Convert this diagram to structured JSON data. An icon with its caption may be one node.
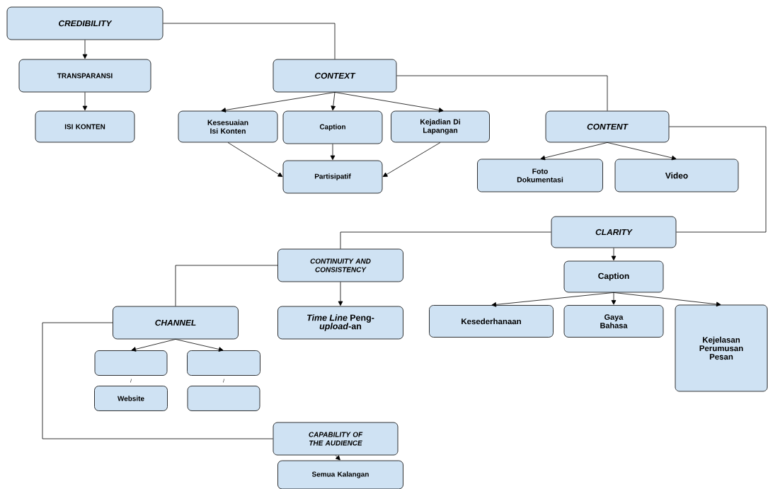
{
  "diagram": {
    "nodes": [
      {
        "text": [
          "CREDIBILITY"
        ]
      },
      {
        "text": [
          "TRANSPARANSI"
        ]
      },
      {
        "text": [
          "ISI KONTEN"
        ]
      },
      {
        "text": [
          "CONTEXT"
        ]
      },
      {
        "text": [
          "Kesesuaian Isi Konten"
        ]
      },
      {
        "text": [
          "Caption"
        ]
      },
      {
        "text": [
          "Kejadian Di Lapangan"
        ]
      },
      {
        "text": [
          "Partisipatif"
        ]
      },
      {
        "text": [
          "CONTENT"
        ]
      },
      {
        "text": [
          "Foto Dokumentasi"
        ]
      },
      {
        "text": [
          "Video"
        ]
      },
      {
        "text": [
          "CLARITY"
        ]
      },
      {
        "text": [
          "CONTINUITY AND CONSISTENCY"
        ]
      },
      {
        "text": [
          "Caption"
        ]
      },
      {
        "text": [
          "CHANNEL"
        ]
      },
      {
        "text": [
          "*Time Line* Peng-*upload*-an"
        ]
      },
      {
        "text": [
          "Kesederhanaan"
        ]
      },
      {
        "text": [
          "Gaya Bahasa"
        ]
      },
      {
        "text": [
          "Kejelasan Perumusan Pesan"
        ]
      },
      {
        "text": [],
        "shape": "box"
      },
      {
        "text": [],
        "shape": "box"
      },
      {
        "text": [
          "Website"
        ]
      },
      {
        "text": [],
        "shape": "box"
      },
      {
        "text": [
          "CAPABILITY OF THE AUDIENCE"
        ]
      },
      {
        "text": [
          "Semua Kalangan"
        ]
      }
    ],
    "edges": [
      {
        "from": 0,
        "to": 1,
        "arrow": "to"
      },
      {
        "from": 1,
        "to": 2,
        "arrow": "to"
      },
      {
        "from": 0,
        "to": 3,
        "arrow": "none"
      },
      {
        "from": 3,
        "to": 4,
        "arrow": "to"
      },
      {
        "from": 3,
        "to": 5,
        "arrow": "to"
      },
      {
        "from": 3,
        "to": 6,
        "arrow": "to"
      },
      {
        "from": 4,
        "to": 7,
        "arrow": "to"
      },
      {
        "from": 5,
        "to": 7,
        "arrow": "to"
      },
      {
        "from": 6,
        "to": 7,
        "arrow": "to"
      },
      {
        "from": 3,
        "to": 8,
        "arrow": "none"
      },
      {
        "from": 8,
        "to": 9,
        "arrow": "to"
      },
      {
        "from": 8,
        "to": 10,
        "arrow": "to"
      },
      {
        "from": 8,
        "to": 11,
        "arrow": "none"
      },
      {
        "from": 11,
        "to": 12,
        "arrow": "none"
      },
      {
        "from": 11,
        "to": 13,
        "arrow": "to"
      },
      {
        "from": 12,
        "to": 15,
        "arrow": "to"
      },
      {
        "from": 12,
        "to": 14,
        "arrow": "none"
      },
      {
        "from": 13,
        "to": 16,
        "arrow": "to"
      },
      {
        "from": 13,
        "to": 17,
        "arrow": "to"
      },
      {
        "from": 13,
        "to": 18,
        "arrow": "to"
      },
      {
        "from": 14,
        "to": 19,
        "arrow": "to"
      },
      {
        "from": 14,
        "to": 20,
        "arrow": "to"
      },
      {
        "from": 14,
        "to": 23,
        "arrow": "none"
      },
      {
        "from": 23,
        "to": 24,
        "arrow": "to"
      }
    ],
    "labels": [
      "/",
      "/"
    ]
  }
}
